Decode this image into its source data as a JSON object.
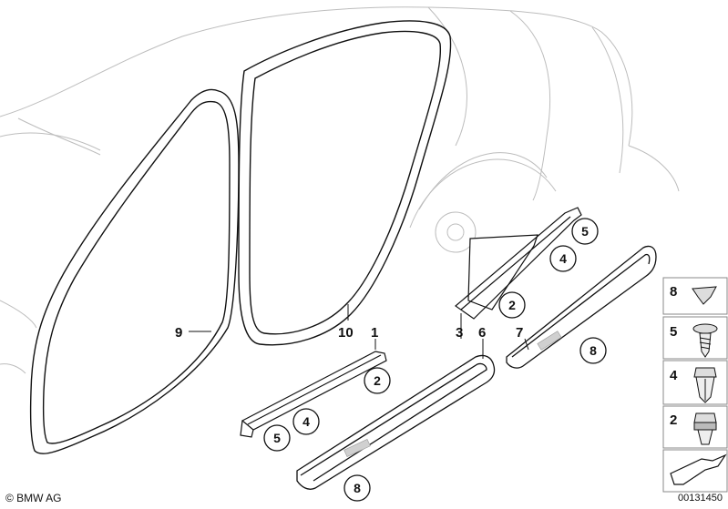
{
  "callouts": {
    "c1": "1",
    "c2": "2",
    "c3": "3",
    "c4": "4",
    "c5": "5",
    "c6": "6",
    "c7": "7",
    "c8": "8",
    "c9": "9",
    "c10": "10"
  },
  "sidebar": {
    "items": [
      {
        "number": "8",
        "part": "clip-8"
      },
      {
        "number": "5",
        "part": "screw-5"
      },
      {
        "number": "4",
        "part": "expanding-nut-4"
      },
      {
        "number": "2",
        "part": "clip-2"
      }
    ],
    "arrow": "direction-arrow"
  },
  "footer": {
    "copyright": "© BMW AG",
    "diagram_id": "00131450"
  },
  "colors": {
    "line": "#111111",
    "ghost": "#b9b9b9",
    "panel": "#f2f2f2"
  }
}
